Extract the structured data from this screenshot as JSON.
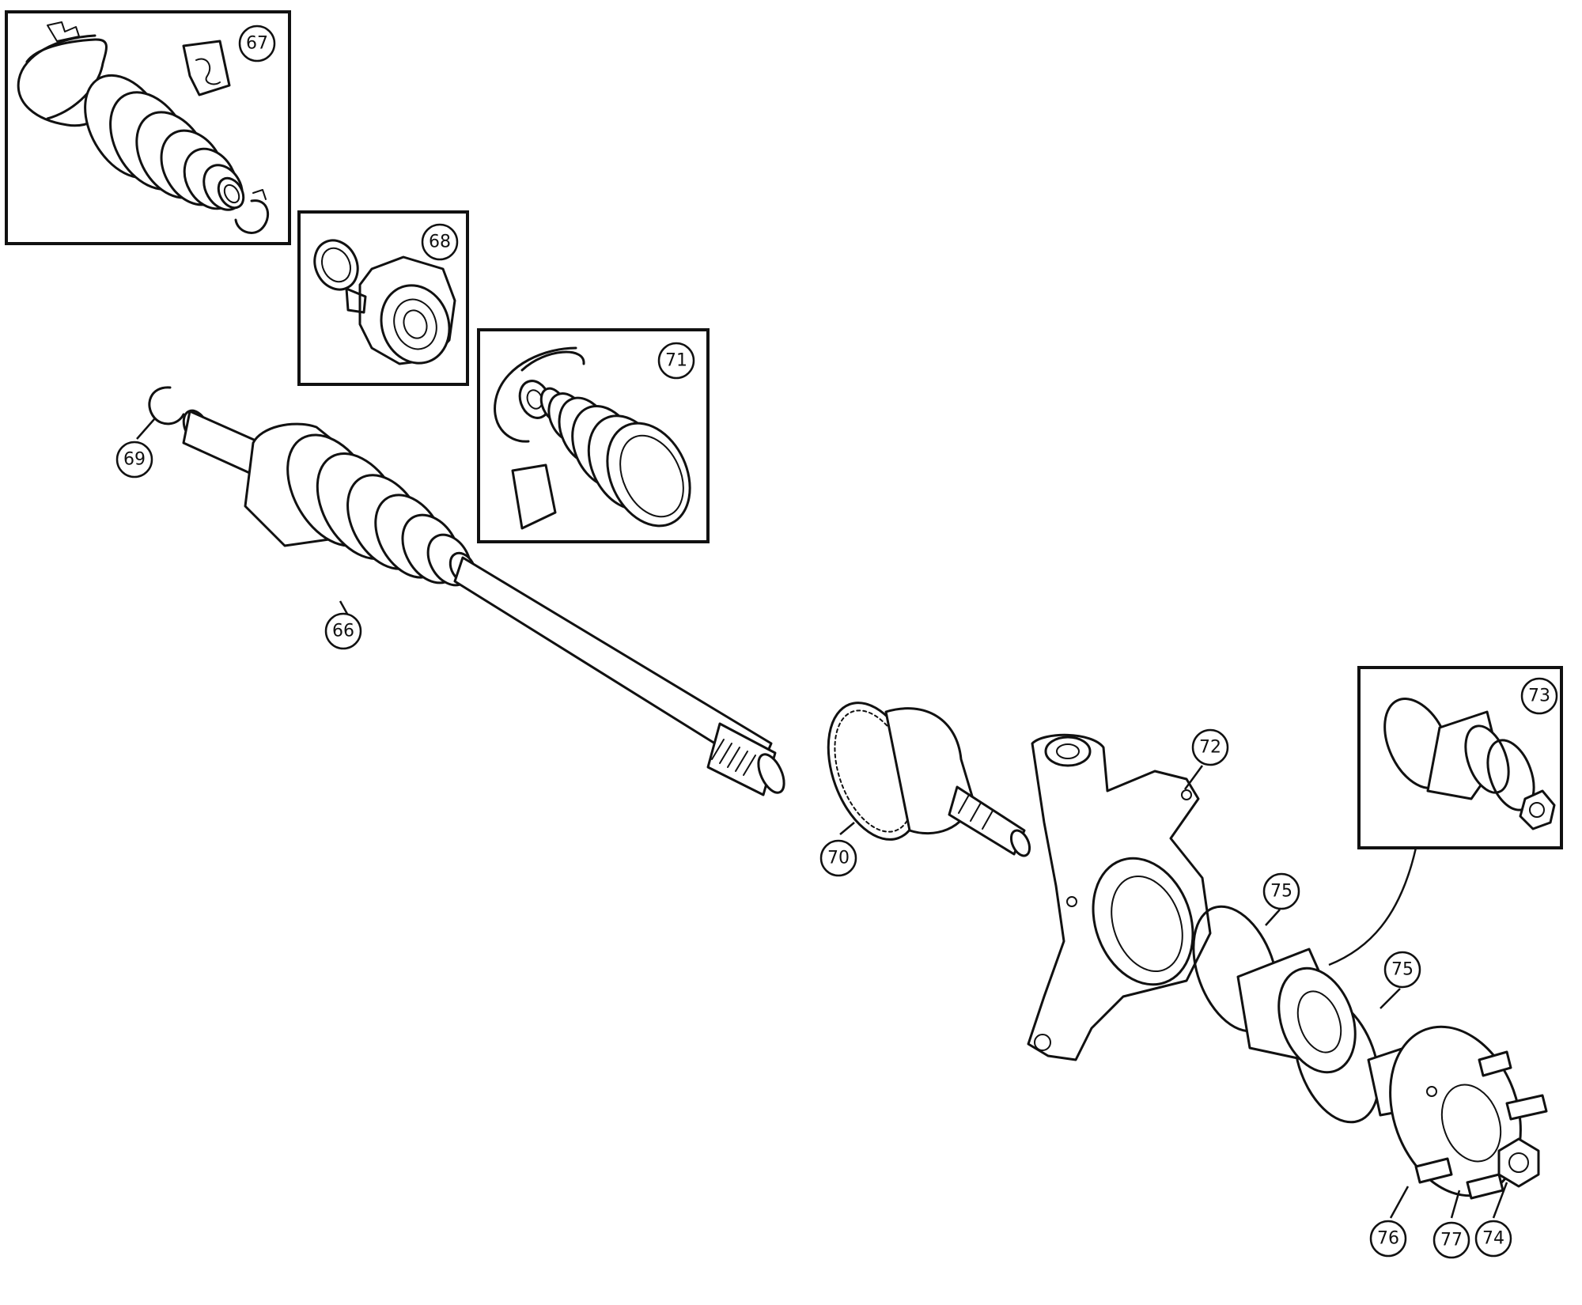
{
  "callouts": {
    "c66": "66",
    "c67": "67",
    "c68": "68",
    "c69": "69",
    "c70": "70",
    "c71": "71",
    "c72": "72",
    "c73": "73",
    "c74": "74",
    "c75a": "75",
    "c75b": "75",
    "c76": "76",
    "c77": "77"
  }
}
